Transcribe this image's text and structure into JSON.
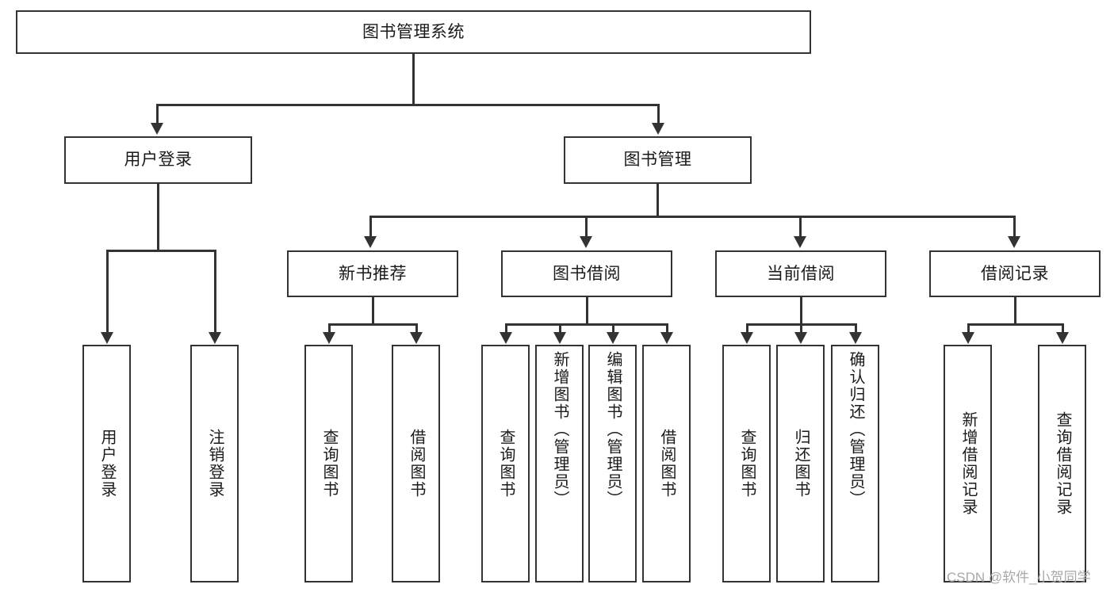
{
  "diagram": {
    "title": "图书管理系统",
    "type": "tree-hierarchy",
    "root": {
      "label": "图书管理系统"
    },
    "level2": [
      {
        "label": "用户登录"
      },
      {
        "label": "图书管理"
      }
    ],
    "level3": [
      {
        "label": "新书推荐"
      },
      {
        "label": "图书借阅"
      },
      {
        "label": "当前借阅"
      },
      {
        "label": "借阅记录"
      }
    ],
    "leaves": {
      "user_login": [
        {
          "label": "用户登录"
        },
        {
          "label": "注销登录"
        }
      ],
      "new_book_recommend": [
        {
          "label": "查询图书"
        },
        {
          "label": "借阅图书"
        }
      ],
      "book_borrow": [
        {
          "label": "查询图书"
        },
        {
          "label": "新增图书（管理员）"
        },
        {
          "label": "编辑图书（管理员）"
        },
        {
          "label": "借阅图书"
        }
      ],
      "current_borrow": [
        {
          "label": "查询图书"
        },
        {
          "label": "归还图书"
        },
        {
          "label": "确认归还（管理员）"
        }
      ],
      "borrow_record": [
        {
          "label": "新增借阅记录"
        },
        {
          "label": "查询借阅记录"
        }
      ]
    }
  },
  "watermark": {
    "text": "CSDN @软件_小贺同学"
  },
  "colors": {
    "stroke": "#333333",
    "background": "#ffffff",
    "text": "#1a1a1a",
    "watermark": "#a8a8a8"
  }
}
